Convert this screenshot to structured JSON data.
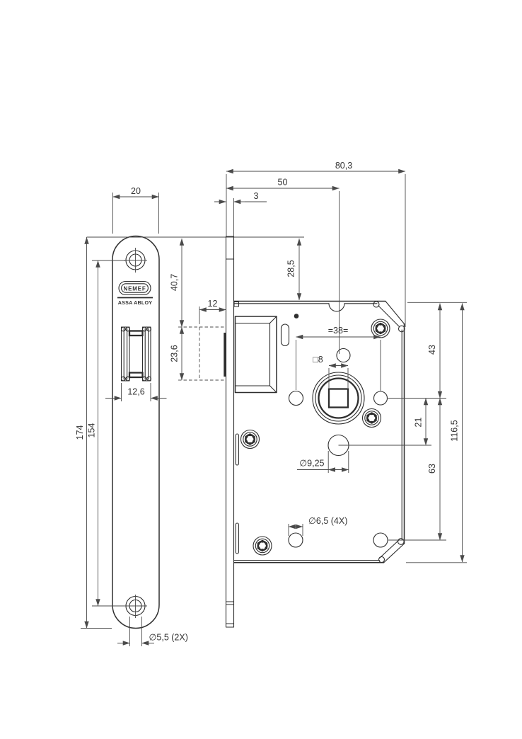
{
  "canvas": {
    "background": "#ffffff",
    "outline_color": "#2e2e2e",
    "dimension_color": "#4a4a4a",
    "text_color": "#333333"
  },
  "brand": {
    "logo_text": "NEMEF",
    "subbrand_text": "ASSA ABLOY"
  },
  "front_view": {
    "dim_width": "20",
    "dim_length": "174",
    "dim_hole_distance": "154",
    "dim_latch_width": "12,6",
    "dim_screw_holes": "∅5,5 (2X)"
  },
  "side_view": {
    "dim_faceplate_thickness": "3",
    "dim_backset": "50",
    "dim_total_depth": "80,3",
    "dim_latch_projection": "12",
    "dim_top_to_latch": "40,7",
    "dim_latch_height": "23,6",
    "dim_top_to_case": "28,5",
    "dim_handle_holes_spacing": "=38=",
    "dim_spindle_square": "□8",
    "dim_lower_hole": "∅9,25",
    "dim_fixing_holes": "∅6,5 (4X)",
    "dim_case_top_to_spindle": "43",
    "dim_spindle_to_lower_hole": "21",
    "dim_spindle_to_bottom_hole": "63",
    "dim_case_height": "116,5"
  }
}
